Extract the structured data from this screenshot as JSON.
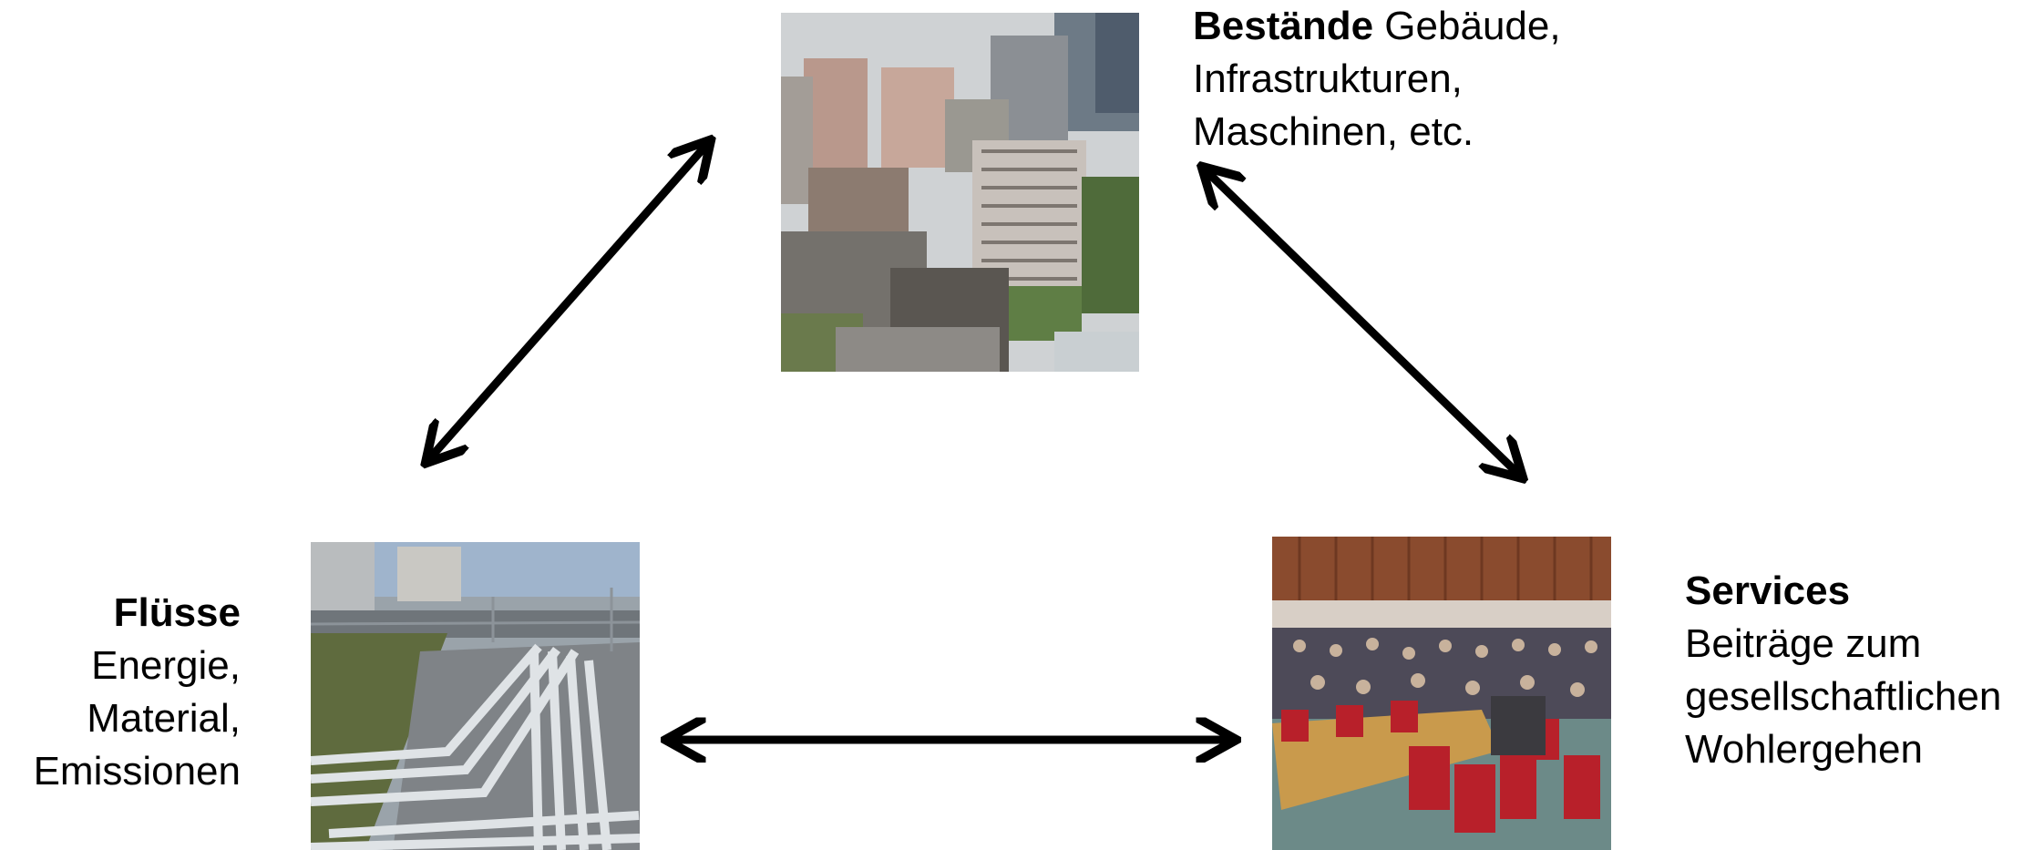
{
  "stocks": {
    "title": "Bestände",
    "title_suffix": " Gebäude,",
    "lines": [
      "Infrastrukturen,",
      "Maschinen, etc."
    ]
  },
  "flows": {
    "title": "Flüsse",
    "lines": [
      "Energie,",
      "Material,",
      "Emissionen"
    ]
  },
  "services": {
    "title": "Services",
    "lines": [
      "Beiträge zum",
      "gesellschaftlichen",
      "Wohlergehen"
    ]
  }
}
